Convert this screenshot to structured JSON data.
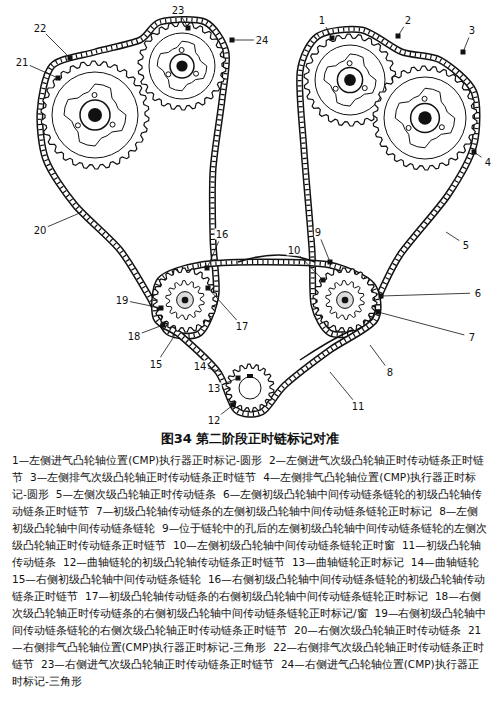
{
  "diagram": {
    "title": "图34 第二阶段正时链标记对准",
    "labels": [
      "1",
      "2",
      "3",
      "4",
      "5",
      "6",
      "7",
      "8",
      "9",
      "10",
      "11",
      "12",
      "13",
      "14",
      "15",
      "16",
      "17",
      "18",
      "19",
      "20",
      "21",
      "22",
      "23",
      "24",
      "1—左侧进气凸轮轴位置(CMP)执行器正时标记-圆形",
      "2—左侧进气次级凸轮轴正时传动链条正时链节",
      "3—左侧排气次级凸轮轴正时传动链条正时链节",
      "4—左侧排气凸轮轴位置(CMP)执行器正时标记-圆形",
      "5—左侧次级凸轮轴正时传动链条",
      "6—左侧初级凸轮轴中间传动链条链轮的初级凸轮轴传动链条正时链节",
      "7—初级凸轮轴传动链条的左侧初级凸轮轴中间传动链条链轮正时标记",
      "8—左侧初级凸轮轴中间传动链条链轮",
      "9—位于链轮中的孔后的左侧初级凸轮轴中间传动链条链轮的左侧次级凸轮轴正时传动链条正时链节",
      "10—左侧初级凸轮轴中间传动链条链轮正时窗",
      "11—初级凸轮轴传动链条",
      "12—曲轴链轮的初级凸轮轴传动链条正时链节",
      "13—曲轴链轮正时标记",
      "14—曲轴链轮",
      "15—右侧初级凸轮轴中间传动链条链轮",
      "16—右侧初级凸轮轴中间传动链条链轮的初级凸轮轴传动链条正时链节",
      "17—初级凸轮轴传动链条的右侧初级凸轮轴中间传动链条链轮正时标记",
      "18—右侧次级凸轮轴正时传动链条的右侧初级凸轮轴中间传动链条链轮正时标记/窗",
      "19—右侧初级凸轮轴中间传动链条链轮的右侧次级凸轮轴正时传动链条正时链节",
      "20—右侧次级凸轮轴正时传动链条",
      "21—右侧排气凸轮轴位置(CMP)执行器正时标记-三角形",
      "22—右侧排气次级凸轮轴正时传动链条正时链节",
      "23—右侧进气次级凸轮轴正时传动链条正时链节",
      "24—右侧进气凸轮轴位置(CMP)执行器正时标记-三角形"
    ]
  }
}
